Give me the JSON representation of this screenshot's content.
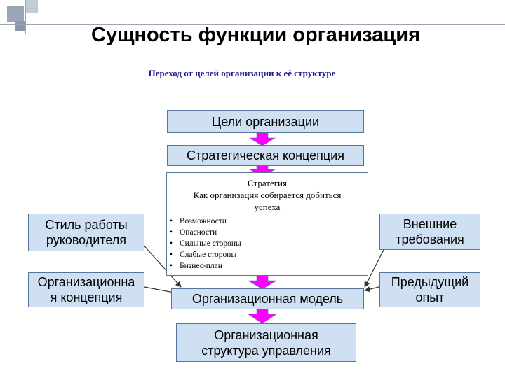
{
  "title": "Сущность функции организация",
  "subtitle": "Переход от целей организации к её структуре",
  "boxes": {
    "goals": "Цели организации",
    "strategic_concept": "Стратегическая концепция",
    "management_style_1": "Стиль работы",
    "management_style_2": "руководителя",
    "org_concept_1": "Организационна",
    "org_concept_2": "я концепция",
    "external_1": "Внешние",
    "external_2": "требования",
    "experience_1": "Предыдущий",
    "experience_2": "опыт",
    "org_model": "Организационная модель",
    "structure_1": "Организационная",
    "structure_2": "структура управления"
  },
  "strategy": {
    "line1": "Стратегия",
    "line2": "Как организация собирается добиться",
    "line3": "успеха",
    "items": [
      "Возможности",
      "Опасности",
      "Сильные стороны",
      "Слабые стороны",
      "Бизнес-план"
    ]
  },
  "colors": {
    "box_fill": "#cfe0f2",
    "box_border": "#56759a",
    "arrow_fill": "#ff00ff",
    "subtitle": "#1f1f8f"
  }
}
